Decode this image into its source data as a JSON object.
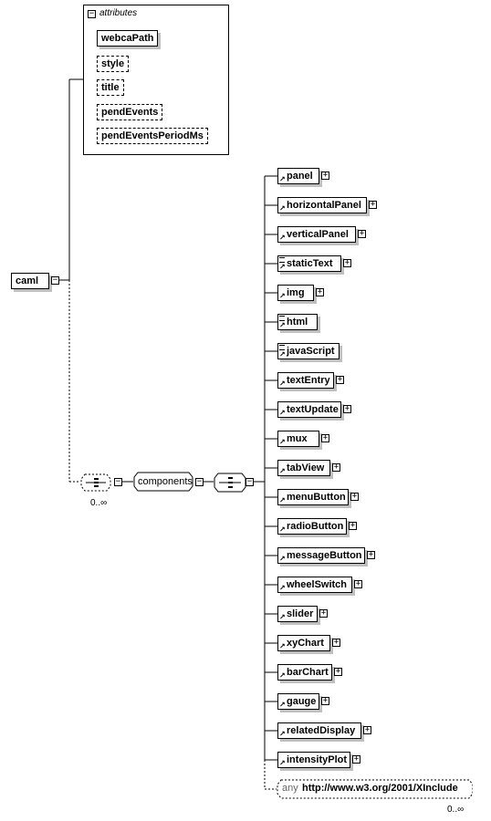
{
  "root": {
    "name": "caml",
    "collapse_symbol": "−"
  },
  "attributes": {
    "title": "attributes",
    "collapse_symbol": "−",
    "items": [
      {
        "name": "webcaPath",
        "required": true
      },
      {
        "name": "style",
        "required": false
      },
      {
        "name": "title",
        "required": false
      },
      {
        "name": "pendEvents",
        "required": false
      },
      {
        "name": "pendEventsPeriodMs",
        "required": false
      }
    ]
  },
  "sequence": {
    "occurrence": "0..∞"
  },
  "components": {
    "name": "components"
  },
  "elements": [
    {
      "name": "panel",
      "expandable": true,
      "icon": "ref"
    },
    {
      "name": "horizontalPanel",
      "expandable": true,
      "icon": "ref"
    },
    {
      "name": "verticalPanel",
      "expandable": true,
      "icon": "ref"
    },
    {
      "name": "staticText",
      "expandable": true,
      "icon": "text-ref"
    },
    {
      "name": "img",
      "expandable": true,
      "icon": "ref"
    },
    {
      "name": "html",
      "expandable": false,
      "icon": "text-ref"
    },
    {
      "name": "javaScript",
      "expandable": false,
      "icon": "text-ref"
    },
    {
      "name": "textEntry",
      "expandable": true,
      "icon": "ref"
    },
    {
      "name": "textUpdate",
      "expandable": true,
      "icon": "ref"
    },
    {
      "name": "mux",
      "expandable": true,
      "icon": "ref"
    },
    {
      "name": "tabView",
      "expandable": true,
      "icon": "ref"
    },
    {
      "name": "menuButton",
      "expandable": true,
      "icon": "ref"
    },
    {
      "name": "radioButton",
      "expandable": true,
      "icon": "ref"
    },
    {
      "name": "messageButton",
      "expandable": true,
      "icon": "ref"
    },
    {
      "name": "wheelSwitch",
      "expandable": true,
      "icon": "ref"
    },
    {
      "name": "slider",
      "expandable": true,
      "icon": "ref"
    },
    {
      "name": "xyChart",
      "expandable": true,
      "icon": "ref"
    },
    {
      "name": "barChart",
      "expandable": true,
      "icon": "ref"
    },
    {
      "name": "gauge",
      "expandable": true,
      "icon": "ref"
    },
    {
      "name": "relatedDisplay",
      "expandable": true,
      "icon": "ref"
    },
    {
      "name": "intensityPlot",
      "expandable": true,
      "icon": "ref"
    }
  ],
  "any": {
    "label": "any",
    "namespace": "http://www.w3.org/2001/XInclude",
    "occurrence": "0..∞"
  },
  "colors": {
    "line": "#000000",
    "shadow": "#bfbfbf"
  }
}
